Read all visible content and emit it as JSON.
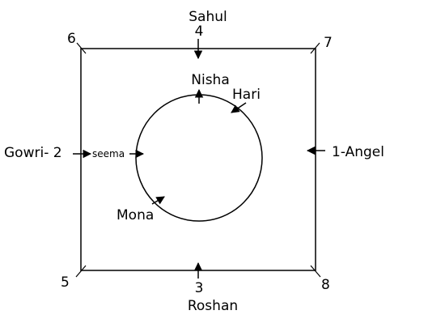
{
  "square_corners": {
    "top_left": "6",
    "top_right": "7",
    "bottom_left": "5",
    "bottom_right": "8"
  },
  "square_sides": {
    "top_number": "4",
    "top_name": "Sahul",
    "bottom_number": "3",
    "bottom_name": "Roshan",
    "left_label": "Gowri- 2",
    "right_label": "1-Angel"
  },
  "circle_people": {
    "top": "Nisha",
    "top_right": "Hari",
    "left": "seema",
    "bottom_left": "Mona"
  },
  "colors": {
    "stroke": "#000000",
    "background": "#ffffff"
  }
}
